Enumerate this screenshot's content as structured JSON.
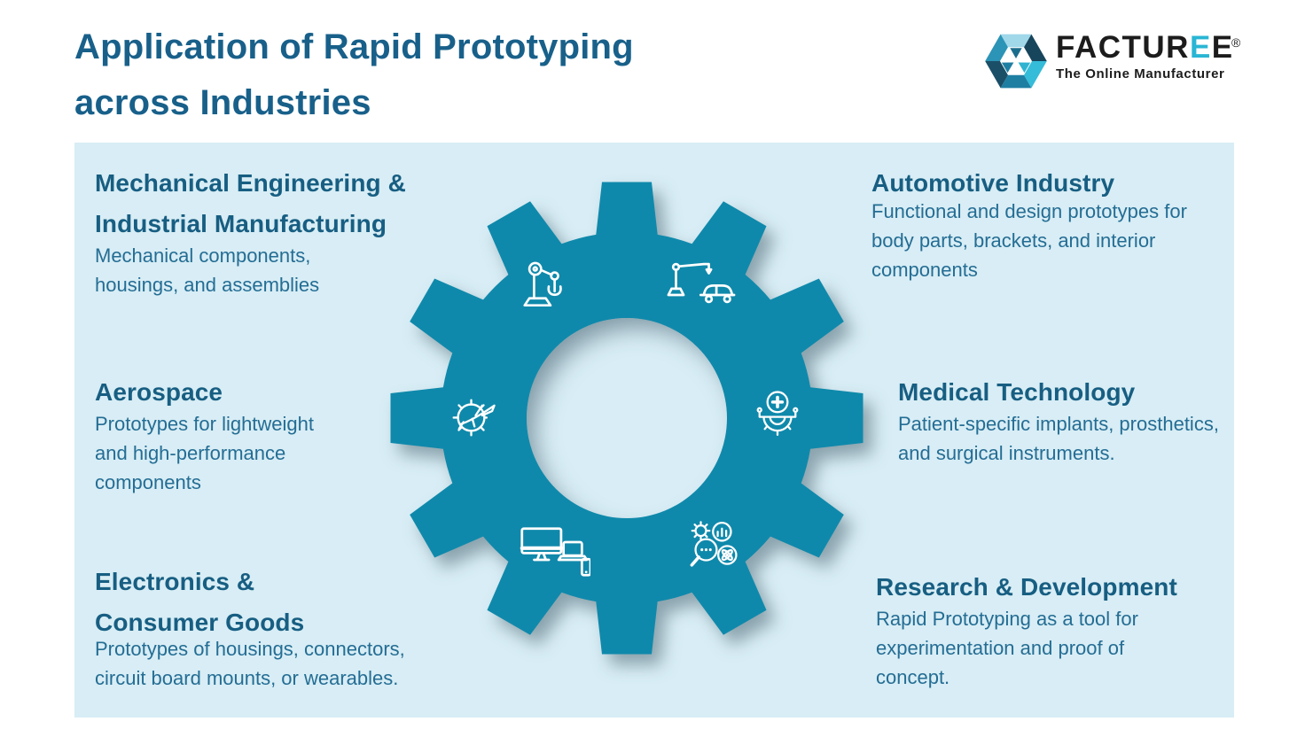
{
  "page": {
    "title": "Application of Rapid Prototyping\nacross Industries"
  },
  "logo": {
    "mark_icon": "facturee-hexagon-logo",
    "brand_prefix": "FACTUR",
    "brand_e_cyan": "E",
    "brand_e_black": "E",
    "registered_mark": "®",
    "tagline": "The Online Manufacturer"
  },
  "colors": {
    "title_text": "#18608a",
    "heading_text": "#175e82",
    "body_text": "#246d94",
    "panel_background": "#d8edf5",
    "gear_fill": "#0f89ab",
    "logo_cyan": "#29b6d4",
    "logo_black": "#1c1c1c",
    "icon_stroke": "#ffffff"
  },
  "sections": {
    "left": [
      {
        "heading": "Mechanical Engineering &\nIndustrial Manufacturing",
        "body": "Mechanical components,\nhousings, and assemblies"
      },
      {
        "heading": "Aerospace",
        "body": "Prototypes for lightweight\nand high-performance\ncomponents"
      },
      {
        "heading": "Electronics &\nConsumer Goods",
        "body": "Prototypes of housings, connectors,\ncircuit board mounts, or wearables."
      }
    ],
    "right": [
      {
        "heading": "Automotive Industry",
        "body": "Functional and design prototypes for\nbody parts, brackets, and interior\ncomponents"
      },
      {
        "heading": "Medical Technology",
        "body": "Patient-specific implants, prosthetics,\nand surgical instruments."
      },
      {
        "heading": "Research & Development",
        "body": "Rapid Prototyping as a tool for\nexperimentation and proof of\nconcept."
      }
    ]
  },
  "gear": {
    "teeth": 12,
    "icons": [
      "robot-arm-icon",
      "car-assembly-icon",
      "airplane-gear-icon",
      "medical-robotics-icon",
      "electronic-devices-icon",
      "research-analysis-icon"
    ]
  }
}
